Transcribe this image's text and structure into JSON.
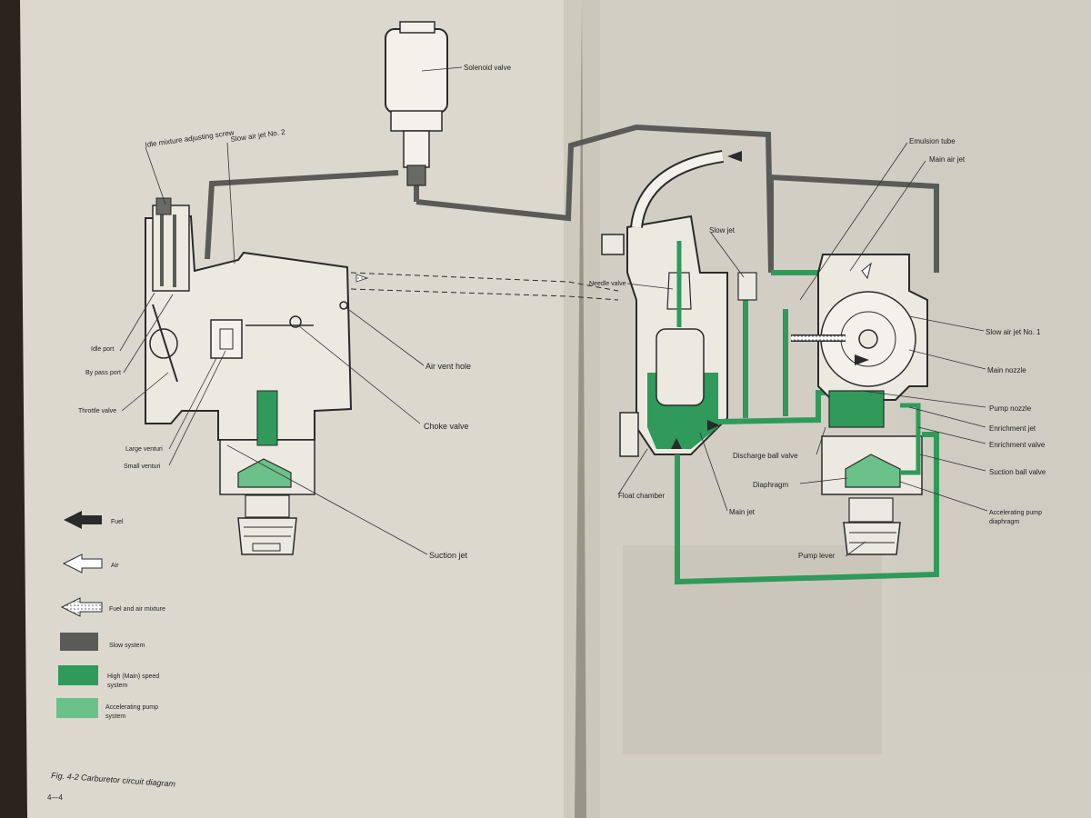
{
  "colors": {
    "slow": "#5a5a56",
    "main": "#2f9a5a",
    "pump": "#6cc08a",
    "line": "#2a2a2a",
    "page_left": "#dcd8ce",
    "page_right": "#d2cec4",
    "faint_text": "#b9b5ab"
  },
  "labels": {
    "solenoid_valve": "Solenoid valve",
    "idle_mixture_adjusting_screw": "Idle mixture adjusting screw",
    "slow_air_jet_no2": "Slow air jet No. 2",
    "idle_port": "Idle port",
    "by_pass_port": "By pass port",
    "throttle_valve": "Throttle valve",
    "large_venturi": "Large venturi",
    "small_venturi": "Small venturi",
    "air_vent_hole": "Air vent hole",
    "choke_valve": "Choke valve",
    "suction_jet": "Suction jet",
    "emulsion_tube": "Emulsion tube",
    "main_air_jet": "Main air jet",
    "slow_jet": "Slow jet",
    "needle_valve": "Needle valve",
    "slow_air_jet_no1": "Slow air jet No. 1",
    "main_nozzle": "Main nozzle",
    "pump_nozzle": "Pump nozzle",
    "enrichment_jet": "Enrichment jet",
    "enrichment_valve": "Enrichment valve",
    "suction_ball_valve": "Suction ball valve",
    "discharge_ball_valve": "Discharge ball valve",
    "diaphragm": "Diaphragm",
    "float_chamber": "Float chamber",
    "main_jet": "Main jet",
    "accelerating_pump_diaphragm_1": "Accelerating pump",
    "accelerating_pump_diaphragm_2": "diaphragm",
    "pump_lever": "Pump lever"
  },
  "legend": {
    "fuel": "Fuel",
    "air": "Air",
    "fuel_air_mixture": "Fuel and air mixture",
    "slow_system": "Slow system",
    "high_speed_1": "High (Main) speed",
    "high_speed_2": "system",
    "accel_pump_1": "Accelerating pump",
    "accel_pump_2": "system"
  },
  "caption": {
    "figure": "Fig. 4-2  Carburetor circuit diagram",
    "page_number": "4—4"
  }
}
